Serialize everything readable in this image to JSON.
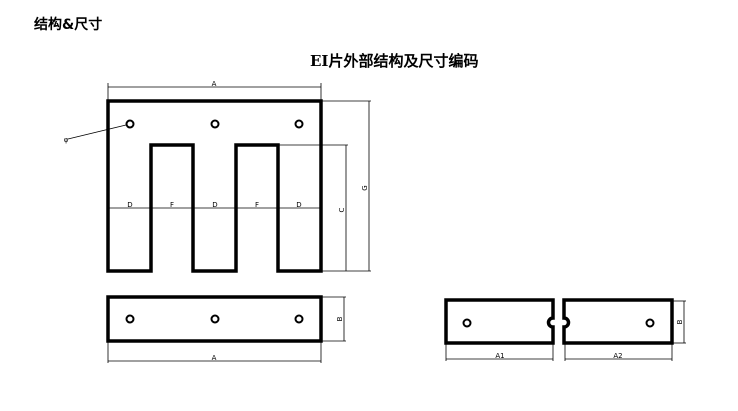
{
  "section_title": "结构&尺寸",
  "diagram_title": "EI片外部结构及尺寸编码",
  "labels": {
    "e_width": "A",
    "hole": "φ",
    "e_height": "G",
    "slot_height": "C",
    "leg": "D",
    "slot": "F",
    "i_width": "A",
    "i_height": "B",
    "split_left": "A1",
    "split_right": "A2",
    "split_height": "B"
  }
}
